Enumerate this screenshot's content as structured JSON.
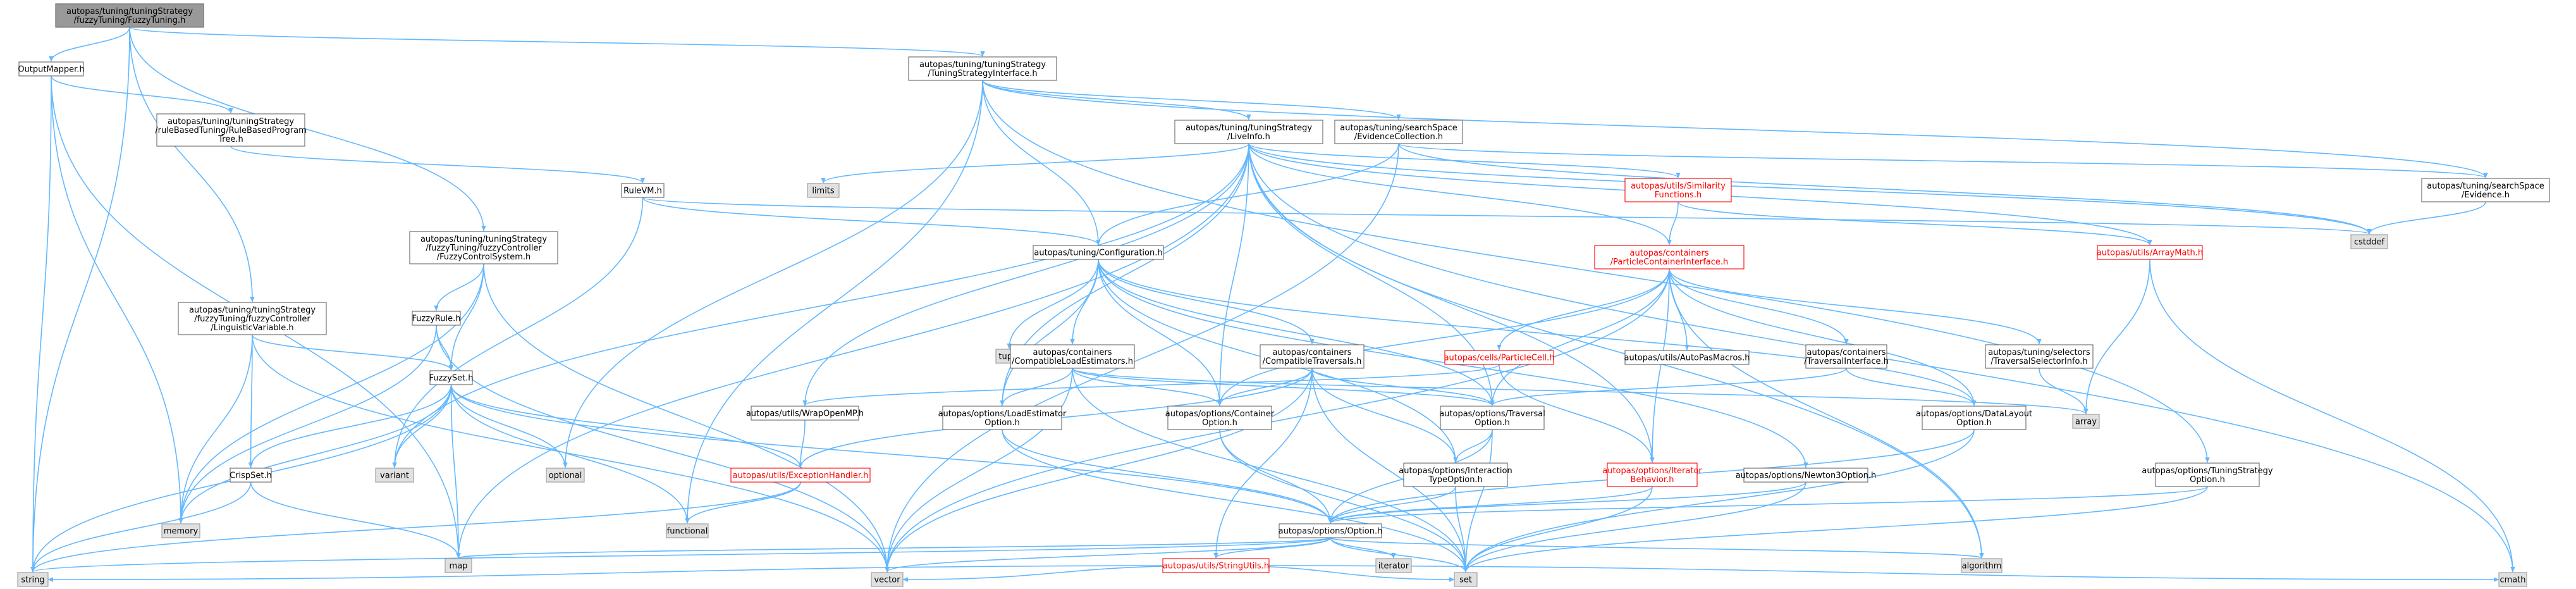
{
  "diagram": {
    "type": "include-dependency-graph",
    "colors": {
      "edge": "#63b8ff",
      "node_border": "#666666",
      "root_fill": "#999999",
      "node_fill": "#ffffff",
      "system_fill": "#e0e0e0",
      "system_border": "#999999",
      "truncated_border": "#ff0000",
      "truncated_text": "#ff0000"
    },
    "nodes": [
      {
        "id": "root",
        "lines": [
          "autopas/tuning/tuningStrategy",
          "/fuzzyTuning/FuzzyTuning.h"
        ],
        "kind": "root"
      },
      {
        "id": "outputmapper",
        "lines": [
          "OutputMapper.h"
        ],
        "kind": "file"
      },
      {
        "id": "tsi",
        "lines": [
          "autopas/tuning/tuningStrategy",
          "/TuningStrategyInterface.h"
        ],
        "kind": "file"
      },
      {
        "id": "rulebased",
        "lines": [
          "autopas/tuning/tuningStrategy",
          "/ruleBasedTuning/RuleBasedProgram",
          "Tree.h"
        ],
        "kind": "file"
      },
      {
        "id": "liveinfo",
        "lines": [
          "autopas/tuning/tuningStrategy",
          "/LiveInfo.h"
        ],
        "kind": "file"
      },
      {
        "id": "evcoll",
        "lines": [
          "autopas/tuning/searchSpace",
          "/EvidenceCollection.h"
        ],
        "kind": "file"
      },
      {
        "id": "limits",
        "lines": [
          "limits"
        ],
        "kind": "system"
      },
      {
        "id": "rulevm",
        "lines": [
          "RuleVM.h"
        ],
        "kind": "file"
      },
      {
        "id": "fuzzycs",
        "lines": [
          "autopas/tuning/tuningStrategy",
          "/fuzzyTuning/fuzzyController",
          "/FuzzyControlSystem.h"
        ],
        "kind": "file"
      },
      {
        "id": "simfunc",
        "lines": [
          "autopas/utils/Similarity",
          "Functions.h"
        ],
        "kind": "truncated"
      },
      {
        "id": "evidence",
        "lines": [
          "autopas/tuning/searchSpace",
          "/Evidence.h"
        ],
        "kind": "file"
      },
      {
        "id": "cstddef",
        "lines": [
          "cstddef"
        ],
        "kind": "system"
      },
      {
        "id": "config",
        "lines": [
          "autopas/tuning/Configuration.h"
        ],
        "kind": "file"
      },
      {
        "id": "pci",
        "lines": [
          "autopas/containers",
          "/ParticleContainerInterface.h"
        ],
        "kind": "truncated"
      },
      {
        "id": "arraymath",
        "lines": [
          "autopas/utils/ArrayMath.h"
        ],
        "kind": "truncated"
      },
      {
        "id": "lingvar",
        "lines": [
          "autopas/tuning/tuningStrategy",
          "/fuzzyTuning/fuzzyController",
          "/LinguisticVariable.h"
        ],
        "kind": "file"
      },
      {
        "id": "fuzzyrule",
        "lines": [
          "FuzzyRule.h"
        ],
        "kind": "file"
      },
      {
        "id": "tuple",
        "lines": [
          "tuple"
        ],
        "kind": "system"
      },
      {
        "id": "compload",
        "lines": [
          "autopas/containers",
          "/CompatibleLoadEstimators.h"
        ],
        "kind": "file"
      },
      {
        "id": "comptrav",
        "lines": [
          "autopas/containers",
          "/CompatibleTraversals.h"
        ],
        "kind": "file"
      },
      {
        "id": "pcell",
        "lines": [
          "autopas/cells/ParticleCell.h"
        ],
        "kind": "truncated"
      },
      {
        "id": "autopasmacros",
        "lines": [
          "autopas/utils/AutoPasMacros.h"
        ],
        "kind": "file"
      },
      {
        "id": "travinterface",
        "lines": [
          "autopas/containers",
          "/TraversalInterface.h"
        ],
        "kind": "file"
      },
      {
        "id": "travselinfo",
        "lines": [
          "autopas/tuning/selectors",
          "/TraversalSelectorInfo.h"
        ],
        "kind": "file"
      },
      {
        "id": "fuzzyset",
        "lines": [
          "FuzzySet.h"
        ],
        "kind": "file"
      },
      {
        "id": "wrapopenmp",
        "lines": [
          "autopas/utils/WrapOpenMP.h"
        ],
        "kind": "file"
      },
      {
        "id": "loadest",
        "lines": [
          "autopas/options/LoadEstimator",
          "Option.h"
        ],
        "kind": "file"
      },
      {
        "id": "containeropt",
        "lines": [
          "autopas/options/Container",
          "Option.h"
        ],
        "kind": "file"
      },
      {
        "id": "traversalopt",
        "lines": [
          "autopas/options/Traversal",
          "Option.h"
        ],
        "kind": "file"
      },
      {
        "id": "array",
        "lines": [
          "array"
        ],
        "kind": "system"
      },
      {
        "id": "datalayout",
        "lines": [
          "autopas/options/DataLayout",
          "Option.h"
        ],
        "kind": "file"
      },
      {
        "id": "crispset",
        "lines": [
          "CrispSet.h"
        ],
        "kind": "file"
      },
      {
        "id": "variant",
        "lines": [
          "variant"
        ],
        "kind": "system"
      },
      {
        "id": "optional",
        "lines": [
          "optional"
        ],
        "kind": "system"
      },
      {
        "id": "exception",
        "lines": [
          "autopas/utils/ExceptionHandler.h"
        ],
        "kind": "truncated"
      },
      {
        "id": "interactiontype",
        "lines": [
          "autopas/options/Interaction",
          "TypeOption.h"
        ],
        "kind": "file"
      },
      {
        "id": "iterbehavior",
        "lines": [
          "autopas/options/Iterator",
          "Behavior.h"
        ],
        "kind": "truncated"
      },
      {
        "id": "newton3",
        "lines": [
          "autopas/options/Newton3Option.h"
        ],
        "kind": "file"
      },
      {
        "id": "tuningstratopt",
        "lines": [
          "autopas/options/TuningStrategy",
          "Option.h"
        ],
        "kind": "file"
      },
      {
        "id": "memory",
        "lines": [
          "memory"
        ],
        "kind": "system"
      },
      {
        "id": "functional",
        "lines": [
          "functional"
        ],
        "kind": "system"
      },
      {
        "id": "option",
        "lines": [
          "autopas/options/Option.h"
        ],
        "kind": "file"
      },
      {
        "id": "map",
        "lines": [
          "map"
        ],
        "kind": "system"
      },
      {
        "id": "iterator",
        "lines": [
          "iterator"
        ],
        "kind": "system"
      },
      {
        "id": "algorithm",
        "lines": [
          "algorithm"
        ],
        "kind": "system"
      },
      {
        "id": "stringutils",
        "lines": [
          "autopas/utils/StringUtils.h"
        ],
        "kind": "truncated"
      },
      {
        "id": "string",
        "lines": [
          "string"
        ],
        "kind": "system"
      },
      {
        "id": "vector",
        "lines": [
          "vector"
        ],
        "kind": "system"
      },
      {
        "id": "set",
        "lines": [
          "set"
        ],
        "kind": "system"
      },
      {
        "id": "cmath",
        "lines": [
          "cmath"
        ],
        "kind": "system"
      }
    ]
  }
}
